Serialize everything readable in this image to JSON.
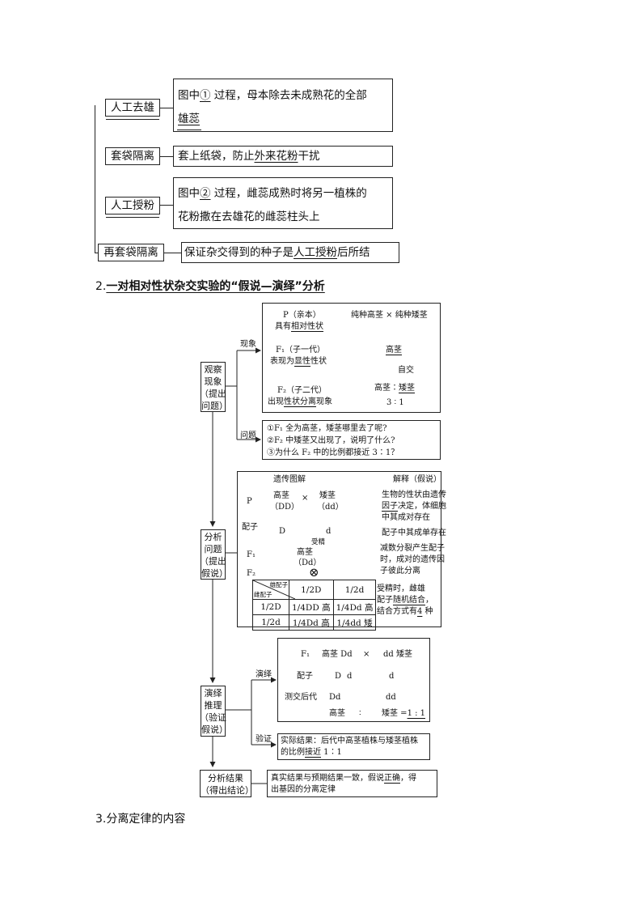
{
  "section1": {
    "rows": [
      {
        "label": "人工去雄",
        "line1_pre": "图中",
        "line1_mark": "①",
        "line1_post": " 过程，母本除去未成熟花的全部",
        "line2_ul": "雄蕊",
        "line2_post": ""
      },
      {
        "label": "套袋隔离",
        "text_pre": "套上纸袋，防止",
        "text_ul": "外来花粉",
        "text_post": "干扰"
      },
      {
        "label": "人工授粉",
        "line1_pre": "图中",
        "line1_mark": "②",
        "line1_post": " 过程，雌蕊成熟时将另一植株的",
        "line2": "花粉撒在去雄花的雌蕊柱头上"
      },
      {
        "label": "再套袋隔离",
        "text_pre": "保证杂交得到的种子是",
        "text_ul": "人工授粉",
        "text_post": "后所结"
      }
    ]
  },
  "heading2": {
    "num": "2.",
    "text": "一对相对性状杂交实验的“假说—演绎”分析"
  },
  "flow": {
    "steps": [
      {
        "l1": "观察",
        "l2": "现象",
        "l3": "（提出",
        "l4": "问题）"
      },
      {
        "l1": "分析",
        "l2": "问题",
        "l3": "（提出",
        "l4": "假说）"
      },
      {
        "l1": "演绎",
        "l2": "推理",
        "l3": "（验证",
        "l4": "假说）"
      },
      {
        "l1": "分析结果",
        "l2": "（得出结论）"
      }
    ],
    "phenomenon_label": "现象",
    "question_label": "问题",
    "deduce_label": "演绎",
    "verify_label": "验证",
    "pheno": {
      "p_label": "P（亲本）",
      "p_desc_pre": "具有",
      "p_desc_ul": "相对性状",
      "p_cross": "纯种高茎 × 纯种矮茎",
      "f1_label": "F₁（子一代）",
      "f1_desc_pre": "表现为",
      "f1_desc_ul": "显性",
      "f1_desc_post": "性状",
      "f1_result": "高茎",
      "self": "自交",
      "f2_label": "F₂（子二代）",
      "f2_desc_pre": "出现",
      "f2_desc_ul": "性状分离",
      "f2_desc_post": "现象",
      "f2_result_a": "高茎",
      "f2_result_sep": "∶",
      "f2_result_b": "矮茎",
      "f2_ratio": "3 ∶ 1"
    },
    "questions": [
      "①F₁ 全为高茎，矮茎哪里去了呢?",
      "②F₂ 中矮茎又出现了，说明了什么?",
      "③为什么 F₂ 中的比例都接近 3∶1？"
    ],
    "hypo": {
      "title_left": "遗传图解",
      "title_right": "解释（假说）",
      "P": "P",
      "gamete": "配子",
      "F1": "F₁",
      "F2": "F₂",
      "tall": "高茎",
      "dd_paren": "（DD）",
      "cross": "×",
      "short": "矮茎",
      "d_paren": "（dd）",
      "D": "D",
      "d": "d",
      "fert": "受精",
      "f1_tall": "高茎",
      "f1_Dd": "（Dd）",
      "selfing": "⊗",
      "exp1_a": "生物的性状由遗传",
      "exp1_ul": "因子",
      "exp1_b": "决定，体细胞",
      "exp1_c": "中其成对存在",
      "exp2": "配子中其成单存在",
      "exp3_a": "减数分裂产生配子",
      "exp3_b": "时，成对的遗传因",
      "exp3_c": "子彼此分离",
      "exp4_a": "受精时，雌雄",
      "exp4_b_pre": "配子",
      "exp4_b_ul": "随机结合",
      "exp4_b_post": "，",
      "exp4_c_pre": "结合方式有",
      "exp4_c_ul": "4",
      "exp4_c_post": " 种",
      "table": {
        "corner_top": "雄配子",
        "corner_bottom": "雌配子",
        "col1": "1/2D",
        "col2": "1/2d",
        "rows": [
          {
            "h": "1/2D",
            "c1": "1/4DD 高",
            "c2": "1/4Dd 高"
          },
          {
            "h": "1/2d",
            "c1": "1/4Dd 高",
            "c2": "1/4dd 矮"
          }
        ]
      }
    },
    "testcross": {
      "F1": "F₁",
      "tall_Dd": "高茎 Dd",
      "cross": "×",
      "dd_short": "dd 矮茎",
      "gamete": "配子",
      "D": "D",
      "d": "d",
      "d2": "d",
      "offspring": "测交后代",
      "Dd": "Dd",
      "dd": "dd",
      "tall": "高茎",
      "sep": "∶",
      "short": "矮茎 =",
      "ratio": "1 : 1"
    },
    "verify_text_pre": "实际结果：后代中高茎植株与矮茎植株",
    "verify_text2_pre": "的比例",
    "verify_text2_ul": "接近",
    "verify_text2_post": " 1∶1",
    "conclusion_a": "真实结果与预期结果一致，假说",
    "conclusion_ul": "正确",
    "conclusion_b": "，得",
    "conclusion_c": "出基因的分离定律"
  },
  "heading3": {
    "num": "3.",
    "text": "分离定律的内容"
  }
}
